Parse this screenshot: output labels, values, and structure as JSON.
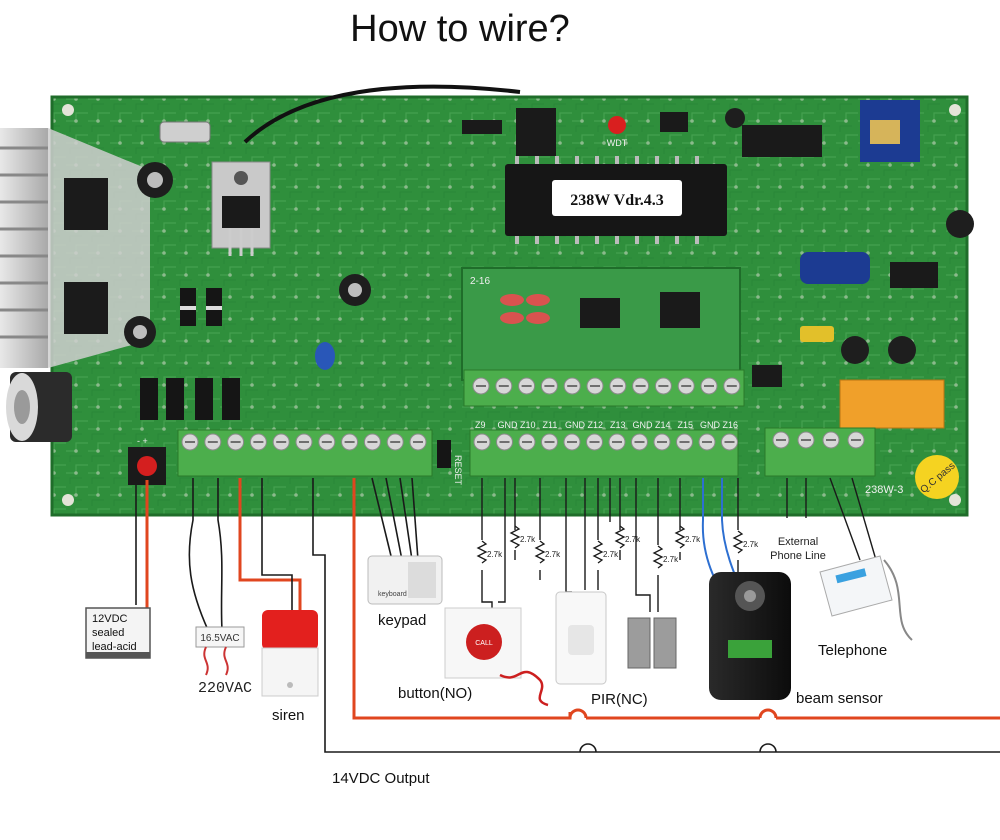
{
  "title": "How to wire?",
  "board": {
    "chip_label": "238W Vdr.4.3",
    "board_model": "238W-3",
    "qc_sticker": "Q.C pass",
    "sub_board_label": "2-16",
    "wdt_label": "WDT",
    "reset_label": "RESET",
    "zone_terminals": [
      "Z9",
      "GND",
      "Z10",
      "Z11",
      "GND",
      "Z12",
      "Z13",
      "GND",
      "Z14",
      "Z15",
      "GND",
      "Z16"
    ]
  },
  "resistor_label": "2.7k",
  "components": {
    "battery": [
      "12VDC",
      "sealed",
      "lead-acid"
    ],
    "transformer_rating": "16.5VAC",
    "mains": "220VAC",
    "siren": "siren",
    "keypad": "keypad",
    "keypad_face": "keyboard",
    "button": "button(NO)",
    "call_button_face": "CALL",
    "pir": "PIR(NC)",
    "beam": "beam sensor",
    "external_line": [
      "External",
      "Phone Line"
    ],
    "telephone": "Telephone",
    "output": "14VDC Output"
  },
  "colors": {
    "pcb": "#2f8f3c",
    "terminal": "#4cae4c",
    "red_wire": "#e0461f",
    "blue_wire": "#2d6fd1",
    "wire": "#1a1a1a"
  }
}
